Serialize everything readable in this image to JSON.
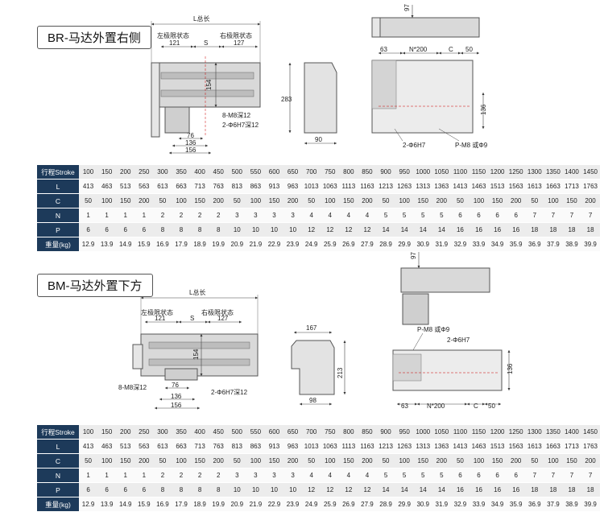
{
  "colors": {
    "header_bg": "#1d3a5a",
    "drawing_fill": "#d9d9d9",
    "rail_fill": "#bdbdbd",
    "dim_line": "#444444"
  },
  "strokes": [
    "100",
    "150",
    "200",
    "250",
    "300",
    "350",
    "400",
    "450",
    "500",
    "550",
    "600",
    "650",
    "700",
    "750",
    "800",
    "850",
    "900",
    "950",
    "1000",
    "1050",
    "1100",
    "1150",
    "1200",
    "1250",
    "1300",
    "1350",
    "1400",
    "1450"
  ],
  "section_br": {
    "title": "BR-马达外置右侧",
    "dims": {
      "total_length": "L总长",
      "left_limit": "左极限状态",
      "right_limit": "右极限状态",
      "left_val": "121",
      "stroke_s": "S",
      "right_val": "127",
      "height_154": "154",
      "bolt_hole": "8-M8深12",
      "pin_hole": "2-Φ6H7深12",
      "d76": "76",
      "d136": "136",
      "d156": "156",
      "d283": "283",
      "d90": "90",
      "d97": "97",
      "d63": "63",
      "n200": "N*200",
      "c": "C",
      "d50": "50",
      "d136_side": "136",
      "pin_side": "2-Φ6H7",
      "p_hole": "P-M8 或Φ9"
    },
    "table": {
      "rows": [
        {
          "label": "行程Stroke",
          "values": [
            "100",
            "150",
            "200",
            "250",
            "300",
            "350",
            "400",
            "450",
            "500",
            "550",
            "600",
            "650",
            "700",
            "750",
            "800",
            "850",
            "900",
            "950",
            "1000",
            "1050",
            "1100",
            "1150",
            "1200",
            "1250",
            "1300",
            "1350",
            "1400",
            "1450"
          ]
        },
        {
          "label": "L",
          "values": [
            "413",
            "463",
            "513",
            "563",
            "613",
            "663",
            "713",
            "763",
            "813",
            "863",
            "913",
            "963",
            "1013",
            "1063",
            "1113",
            "1163",
            "1213",
            "1263",
            "1313",
            "1363",
            "1413",
            "1463",
            "1513",
            "1563",
            "1613",
            "1663",
            "1713",
            "1763"
          ]
        },
        {
          "label": "C",
          "values": [
            "50",
            "100",
            "150",
            "200",
            "50",
            "100",
            "150",
            "200",
            "50",
            "100",
            "150",
            "200",
            "50",
            "100",
            "150",
            "200",
            "50",
            "100",
            "150",
            "200",
            "50",
            "100",
            "150",
            "200",
            "50",
            "100",
            "150",
            "200"
          ]
        },
        {
          "label": "N",
          "values": [
            "1",
            "1",
            "1",
            "1",
            "2",
            "2",
            "2",
            "2",
            "3",
            "3",
            "3",
            "3",
            "4",
            "4",
            "4",
            "4",
            "5",
            "5",
            "5",
            "5",
            "6",
            "6",
            "6",
            "6",
            "7",
            "7",
            "7",
            "7"
          ]
        },
        {
          "label": "P",
          "values": [
            "6",
            "6",
            "6",
            "6",
            "8",
            "8",
            "8",
            "8",
            "10",
            "10",
            "10",
            "10",
            "12",
            "12",
            "12",
            "12",
            "14",
            "14",
            "14",
            "14",
            "16",
            "16",
            "16",
            "16",
            "18",
            "18",
            "18",
            "18"
          ]
        },
        {
          "label": "重量(kg)",
          "values": [
            "12.9",
            "13.9",
            "14.9",
            "15.9",
            "16.9",
            "17.9",
            "18.9",
            "19.9",
            "20.9",
            "21.9",
            "22.9",
            "23.9",
            "24.9",
            "25.9",
            "26.9",
            "27.9",
            "28.9",
            "29.9",
            "30.9",
            "31.9",
            "32.9",
            "33.9",
            "34.9",
            "35.9",
            "36.9",
            "37.9",
            "38.9",
            "39.9"
          ]
        }
      ]
    }
  },
  "section_bm": {
    "title": "BM-马达外置下方",
    "dims": {
      "total_length": "L总长",
      "left_limit": "左极限状态",
      "right_limit": "右极限状态",
      "left_val": "121",
      "stroke_s": "S",
      "right_val": "127",
      "height_154": "154",
      "bolt_hole": "8-M8深12",
      "pin_hole": "2-Φ6H7深12",
      "d76": "76",
      "d136": "136",
      "d156": "156",
      "d167": "167",
      "d213": "213",
      "d98": "98",
      "d97": "97",
      "p_hole": "P-M8 或Φ9",
      "pin_side": "2-Φ6H7",
      "d136_side": "136",
      "d63": "63",
      "n200": "N*200",
      "c": "C",
      "d50": "50"
    },
    "table": {
      "rows": [
        {
          "label": "行程Stroke",
          "values": [
            "100",
            "150",
            "200",
            "250",
            "300",
            "350",
            "400",
            "450",
            "500",
            "550",
            "600",
            "650",
            "700",
            "750",
            "800",
            "850",
            "900",
            "950",
            "1000",
            "1050",
            "1100",
            "1150",
            "1200",
            "1250",
            "1300",
            "1350",
            "1400",
            "1450"
          ]
        },
        {
          "label": "L",
          "values": [
            "413",
            "463",
            "513",
            "563",
            "613",
            "663",
            "713",
            "763",
            "813",
            "863",
            "913",
            "963",
            "1013",
            "1063",
            "1113",
            "1163",
            "1213",
            "1263",
            "1313",
            "1363",
            "1413",
            "1463",
            "1513",
            "1563",
            "1613",
            "1663",
            "1713",
            "1763"
          ]
        },
        {
          "label": "C",
          "values": [
            "50",
            "100",
            "150",
            "200",
            "50",
            "100",
            "150",
            "200",
            "50",
            "100",
            "150",
            "200",
            "50",
            "100",
            "150",
            "200",
            "50",
            "100",
            "150",
            "200",
            "50",
            "100",
            "150",
            "200",
            "50",
            "100",
            "150",
            "200"
          ]
        },
        {
          "label": "N",
          "values": [
            "1",
            "1",
            "1",
            "1",
            "2",
            "2",
            "2",
            "2",
            "3",
            "3",
            "3",
            "3",
            "4",
            "4",
            "4",
            "4",
            "5",
            "5",
            "5",
            "5",
            "6",
            "6",
            "6",
            "6",
            "7",
            "7",
            "7",
            "7"
          ]
        },
        {
          "label": "P",
          "values": [
            "6",
            "6",
            "6",
            "6",
            "8",
            "8",
            "8",
            "8",
            "10",
            "10",
            "10",
            "10",
            "12",
            "12",
            "12",
            "12",
            "14",
            "14",
            "14",
            "14",
            "16",
            "16",
            "16",
            "16",
            "18",
            "18",
            "18",
            "18"
          ]
        },
        {
          "label": "重量(kg)",
          "values": [
            "12.9",
            "13.9",
            "14.9",
            "15.9",
            "16.9",
            "17.9",
            "18.9",
            "19.9",
            "20.9",
            "21.9",
            "22.9",
            "23.9",
            "24.9",
            "25.9",
            "26.9",
            "27.9",
            "28.9",
            "29.9",
            "30.9",
            "31.9",
            "32.9",
            "33.9",
            "34.9",
            "35.9",
            "36.9",
            "37.9",
            "38.9",
            "39.9"
          ]
        }
      ]
    }
  }
}
